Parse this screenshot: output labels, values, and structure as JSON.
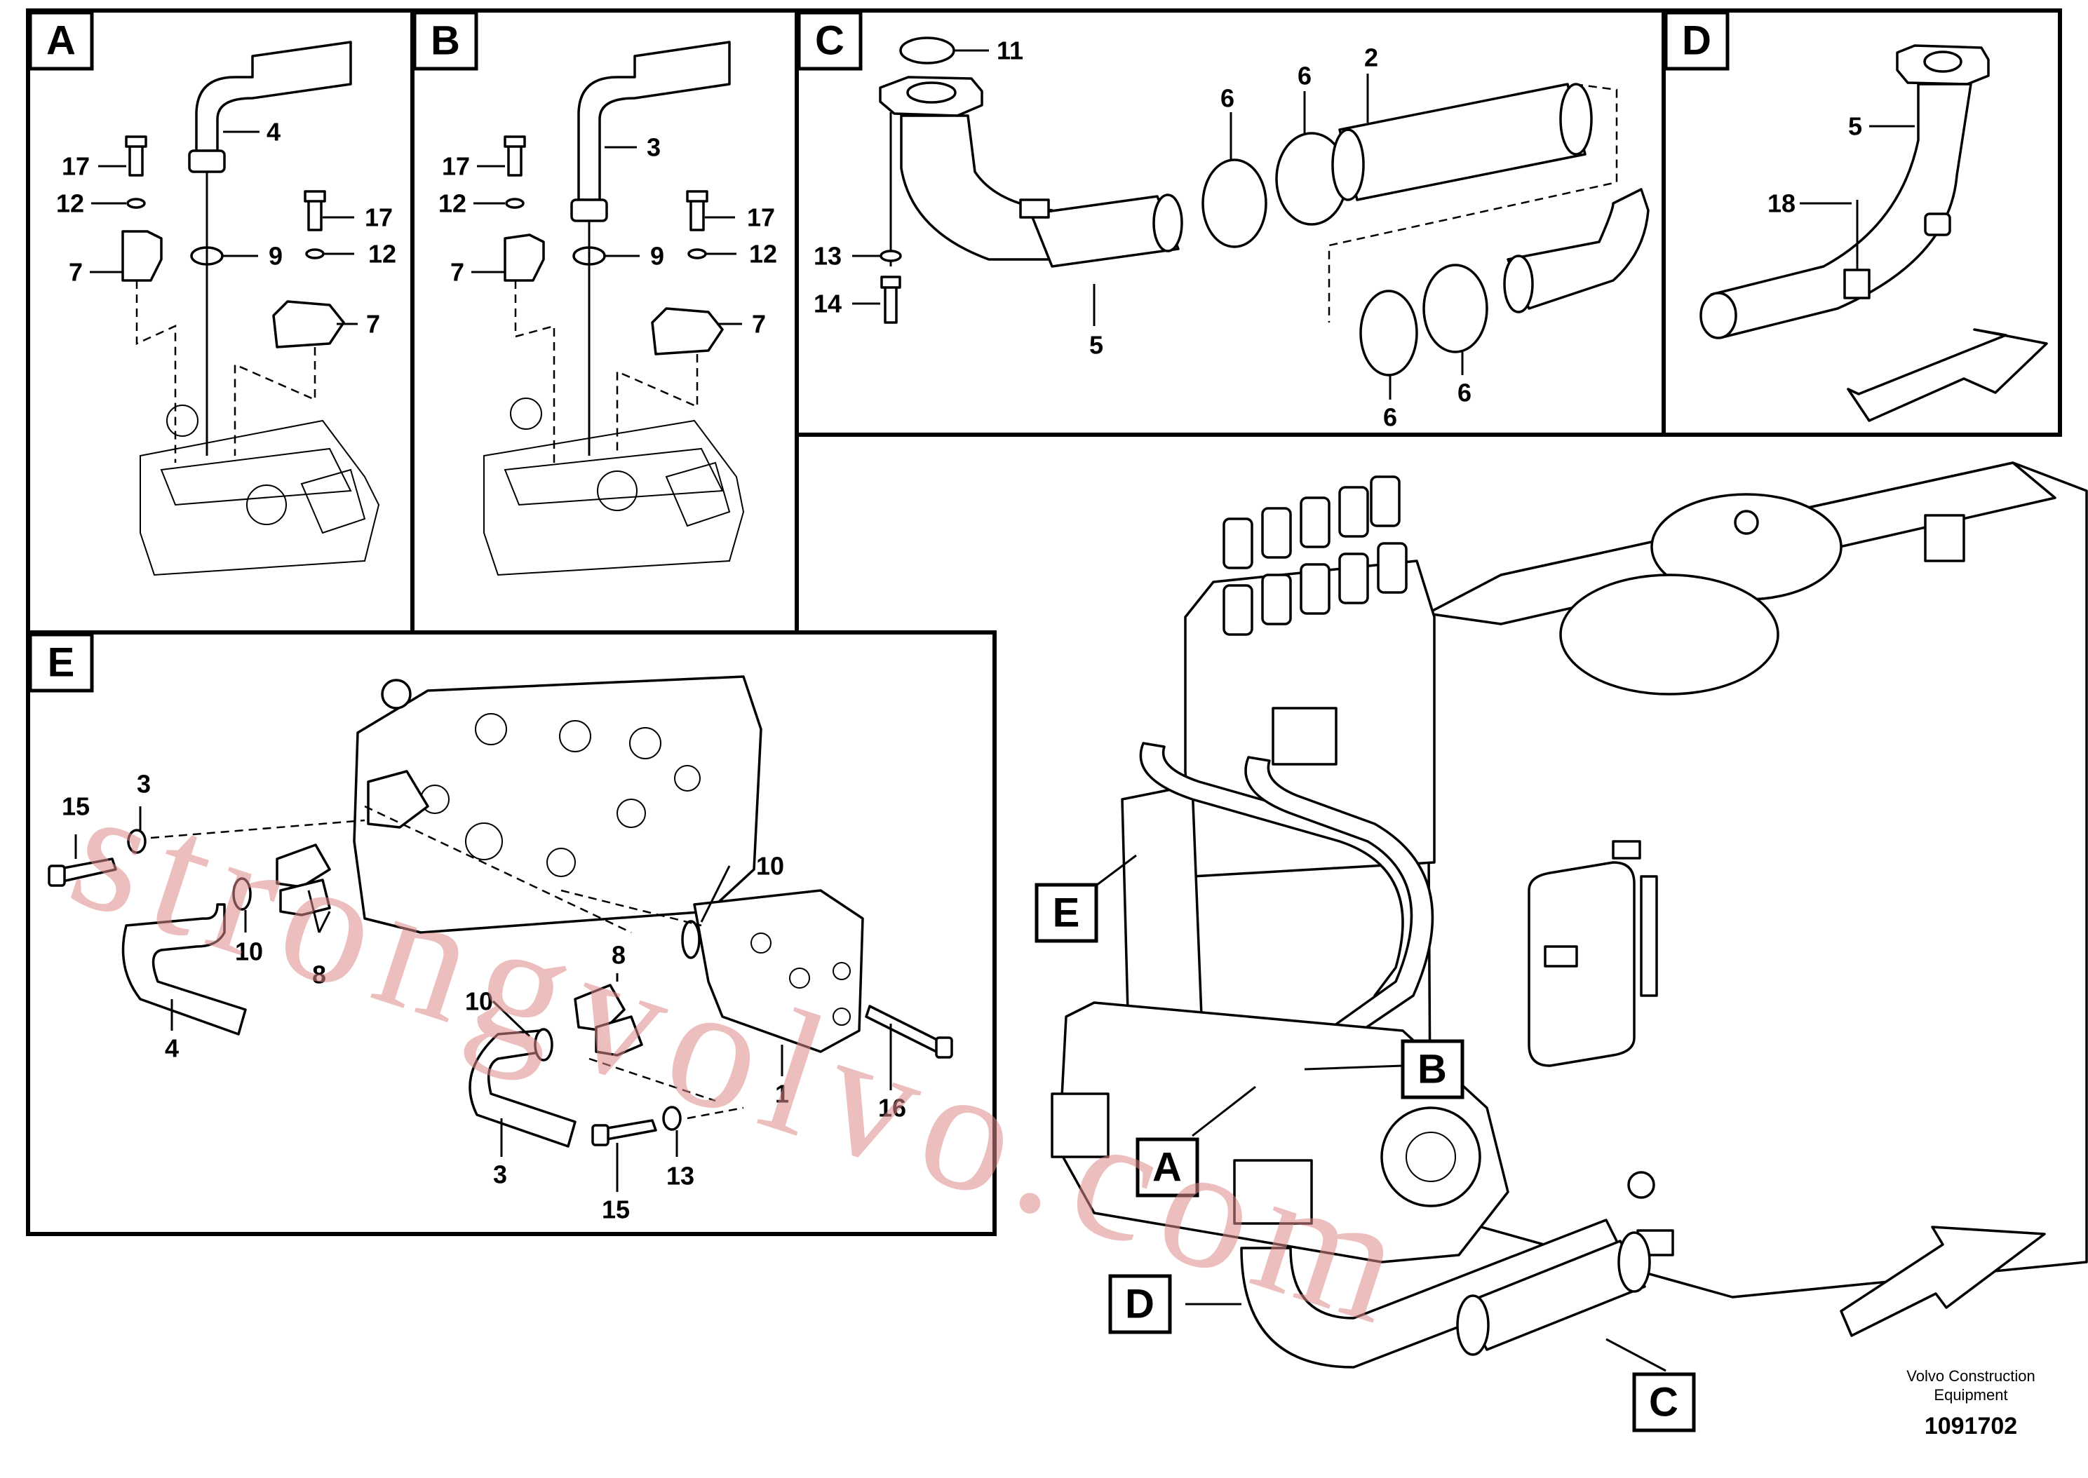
{
  "panels": {
    "A": "A",
    "B": "B",
    "C": "C",
    "D": "D",
    "E": "E"
  },
  "callouts": {
    "a_4": "4",
    "a_17": "17",
    "a_12": "12",
    "a_7": "7",
    "a_9": "9",
    "a_17b": "17",
    "a_12b": "12",
    "a_7b": "7",
    "b_3": "3",
    "b_17": "17",
    "b_12": "12",
    "b_7": "7",
    "b_9": "9",
    "b_17b": "17",
    "b_12b": "12",
    "b_7b": "7",
    "c_11": "11",
    "c_6a": "6",
    "c_6b": "6",
    "c_2": "2",
    "c_13": "13",
    "c_14": "14",
    "c_5": "5",
    "c_6c": "6",
    "c_6d": "6",
    "d_5": "5",
    "d_18": "18",
    "e_15": "15",
    "e_3a": "3",
    "e_10a": "10",
    "e_10b": "10",
    "e_8a": "8",
    "e_4": "4",
    "e_8b": "8",
    "e_10c": "10",
    "e_1": "1",
    "e_16": "16",
    "e_3b": "3",
    "e_15b": "15",
    "e_13": "13"
  },
  "main_tags": {
    "A": "A",
    "B": "B",
    "C": "C",
    "D": "D",
    "E": "E"
  },
  "watermark": "strongvolvo.com",
  "credit": {
    "line1": "Volvo Construction",
    "line2": "Equipment"
  },
  "doc_number": "1091702"
}
